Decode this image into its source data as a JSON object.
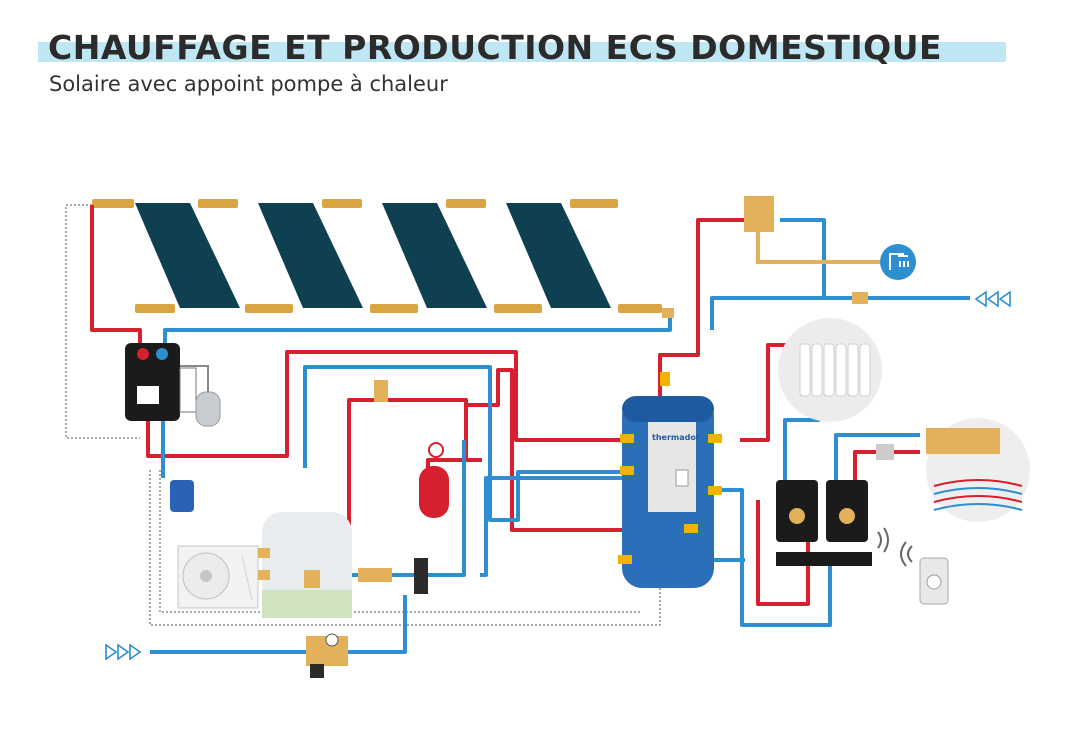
{
  "header": {
    "title": "CHAUFFAGE ET PRODUCTION ECS DOMESTIQUE",
    "subtitle": "Solaire avec appoint pompe à chaleur"
  },
  "tank": {
    "brand": "thermador"
  },
  "colors": {
    "hot": "#d6202f",
    "cold": "#2d8fcf",
    "dhw": "#e3b15a",
    "collector": "#0f4051",
    "tank": "#2a6fb8",
    "title_band": "#bfe6f3"
  },
  "icons": {
    "shower": "shower-icon",
    "cold_inlet_arrows": "triple-arrow-icon",
    "wireless": "wireless-signal-icon"
  }
}
